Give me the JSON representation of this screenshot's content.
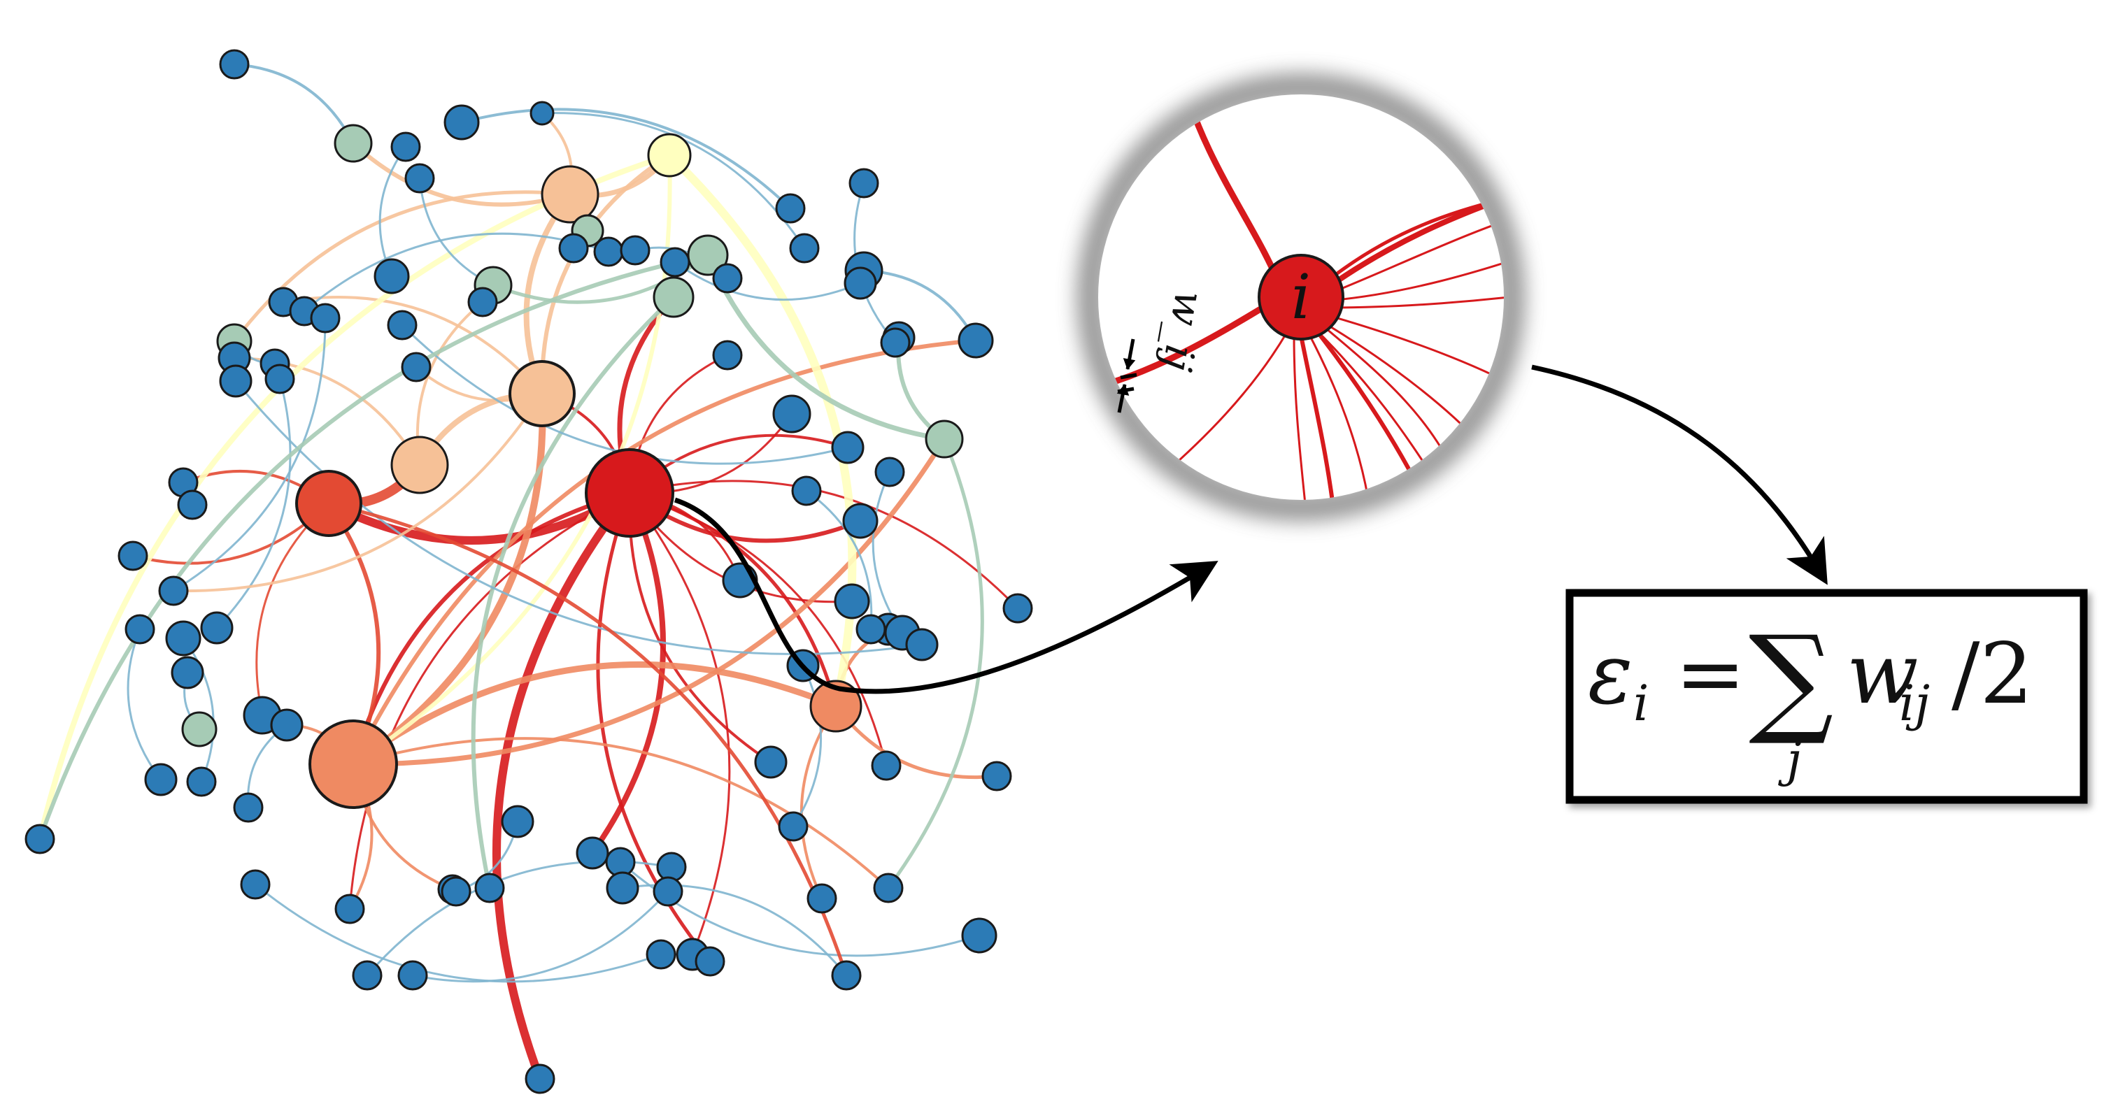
{
  "magnifier": {
    "node_label": "i",
    "edge_weight_label": "w_ij"
  },
  "formula": {
    "lhs": "ε",
    "lhs_sub": "i",
    "equals": "=",
    "sum": "∑",
    "sum_index": "j",
    "term": "w",
    "term_sub": "ij",
    "rest": "/2"
  },
  "colors": {
    "hub": "#d7191c",
    "hub2": "#e34a33",
    "salmon": "#ef8a62",
    "peach": "#f6c197",
    "pale_yellow": "#ffffbf",
    "sage": "#a6cbb5",
    "light_blue": "#7fb5cf",
    "blue": "#2c7bb6",
    "outline": "#1a1a1a"
  }
}
